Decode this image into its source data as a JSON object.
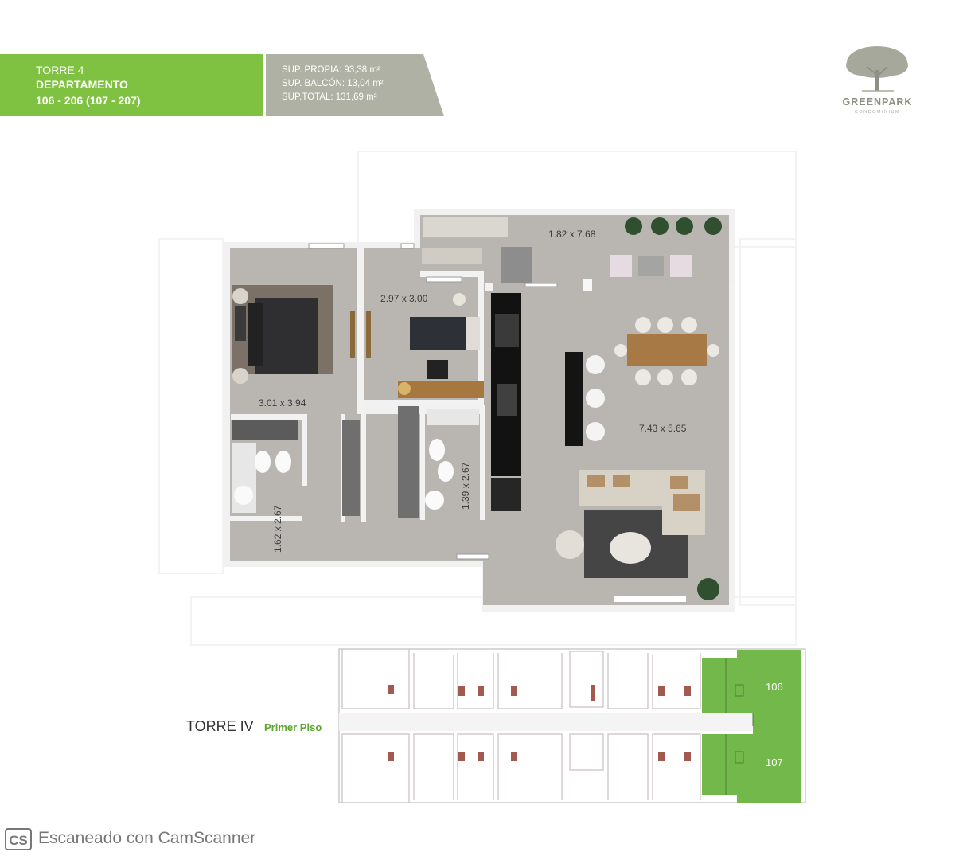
{
  "header": {
    "tower": "TORRE 4",
    "unit_label": "DEPARTAMENTO",
    "unit_numbers": "106 - 206 (107 - 207)",
    "areas": [
      {
        "label": "SUP. PROPIA:",
        "value": "93,38 m²"
      },
      {
        "label": "SUP. BALCÓN:",
        "value": "13,04 m²"
      },
      {
        "label": "SUP.TOTAL:",
        "value": "131,69 m²"
      }
    ]
  },
  "logo": {
    "brand": "GREENPARK",
    "tagline": "CONDOMINIUM"
  },
  "plan": {
    "rooms": [
      {
        "name": "balcony",
        "dims": "1.82 x 7.68"
      },
      {
        "name": "bedroom-2",
        "dims": "2.97 x 3.00"
      },
      {
        "name": "master-bedroom",
        "dims": "3.01 x 3.94"
      },
      {
        "name": "living-dining",
        "dims": "7.43 x 5.65"
      },
      {
        "name": "bathroom-2",
        "dims": "1.39 x 2.67"
      },
      {
        "name": "bathroom-1",
        "dims": "1.62 x 2.67"
      }
    ]
  },
  "key_plan": {
    "title": "TORRE IV",
    "subtitle": "Primer Piso",
    "units": [
      "106",
      "107"
    ],
    "highlight_color": "#72b84a"
  },
  "footer": {
    "badge": "CS",
    "text": "Escaneado con CamScanner"
  },
  "colors": {
    "accent_green": "#7fc241",
    "header_grey": "#aeb1a4",
    "floor": "#b9b6b1",
    "wall": "#f2f2f2"
  }
}
